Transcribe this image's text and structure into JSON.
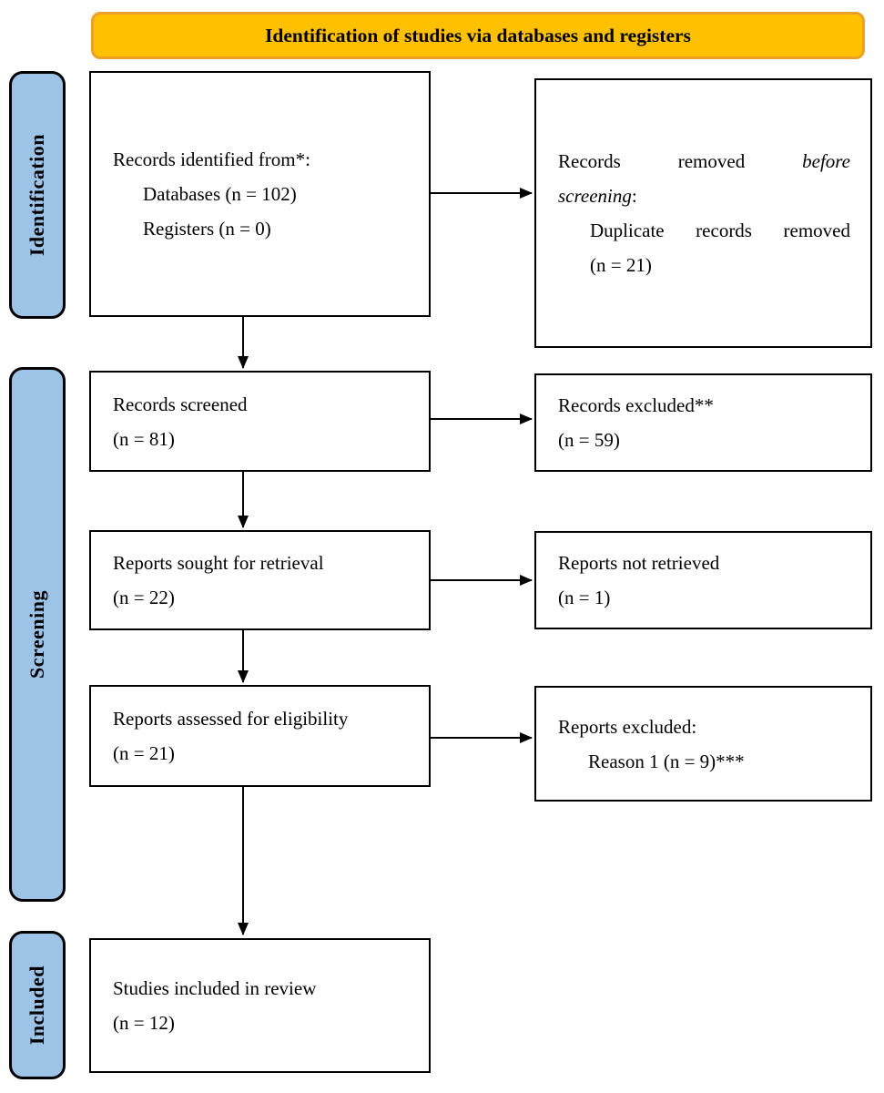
{
  "banner_title": "Identification of studies via databases and registers",
  "sidebar": {
    "identification": "Identification",
    "screening": "Screening",
    "included": "Included"
  },
  "flow": {
    "records_identified": {
      "title": "Records identified from*:",
      "item1": "Databases (n = 102)",
      "item2": "Registers (n = 0)"
    },
    "records_removed": {
      "line1_plain": "Records removed",
      "line1_italic": "before",
      "line2_italic": "screening",
      "line2_suffix": ":",
      "item_line1": "Duplicate records removed",
      "item_line2": "(n = 21)"
    },
    "records_screened": {
      "line1": "Records screened",
      "line2": "(n = 81)"
    },
    "records_excluded": {
      "line1": "Records excluded**",
      "line2": "(n = 59)"
    },
    "reports_sought": {
      "line1": "Reports sought for retrieval",
      "line2": "(n = 22)"
    },
    "reports_not_retrieved": {
      "line1": "Reports not retrieved",
      "line2": "(n = 1)"
    },
    "reports_assessed": {
      "line1": "Reports assessed for eligibility",
      "line2": "(n = 21)"
    },
    "reports_excluded": {
      "title": "Reports excluded:",
      "item1": "Reason 1 (n = 9)***"
    },
    "studies_included": {
      "line1": "Studies included in review",
      "line2": "(n = 12)"
    }
  },
  "colors": {
    "banner_fill": "#FFC000",
    "banner_border": "#E9A227",
    "stage_fill": "#9DC3E6",
    "box_border": "#000000",
    "arrow": "#000000"
  }
}
